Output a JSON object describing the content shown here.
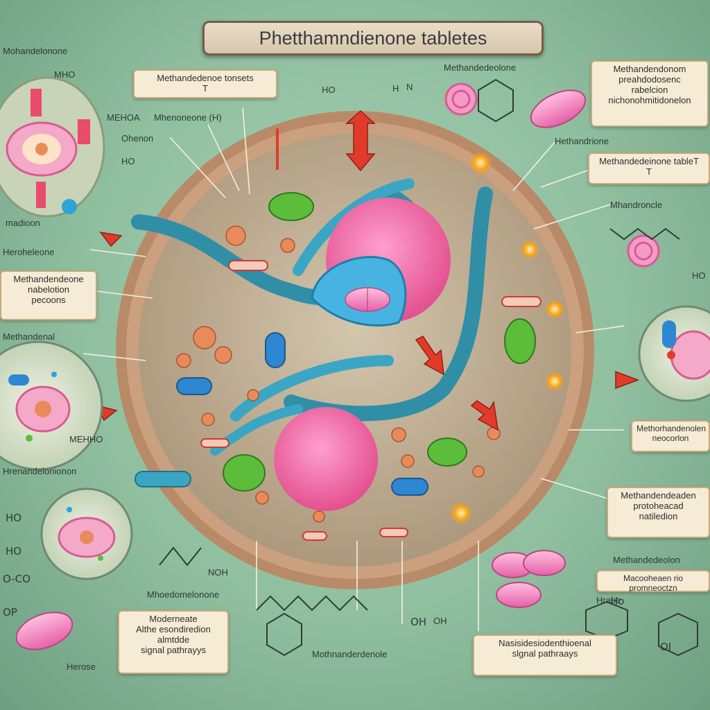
{
  "title": "Phetthamndienone tabletes",
  "boxes": {
    "top_center": [
      "Methandedenoe tonsets",
      "T"
    ],
    "top_right": [
      "Methandendonom",
      "preahdodosenc",
      "rabelcion",
      "nichonohmitidonelon"
    ],
    "right_upper": [
      "Methandedeinone tableT",
      "T"
    ],
    "left_mid": [
      "Methandendeone",
      "nabelotion",
      "pecoons"
    ],
    "right_mid": [
      "Methorhandenolen",
      "neocorlon"
    ],
    "right_lower": [
      "Methandendeaden",
      "protoheacad",
      "natiledion"
    ],
    "right_bottom": [
      "Macooheaen rio promneoctzn"
    ],
    "bottom_left": [
      "Moderneate",
      "Althe esondiredion",
      "almtdde",
      "signal pathrayys"
    ],
    "bottom_right": [
      "Nasisidesiodenthioenal",
      "slgnal pathraays"
    ]
  },
  "labels": {
    "tl_1": "Mohandelonone",
    "tl_2": "MHO",
    "tl_3": "MEHOA",
    "tl_4": "Mhenoneone (H)",
    "tl_5": "Ohenon",
    "tl_6": "HO",
    "tl_7": "madioon",
    "left_1": "Heroheleone",
    "left_2": "Methandenal",
    "left_3": "MEHHO",
    "left_4": "Hrenandelonionon",
    "top_1": "HO",
    "top_2": "H",
    "top_3": "N",
    "top_r1": "Methandedeolone",
    "right_1": "Hethandrione",
    "right_2": "Mhandroncle",
    "right_3": "Methandedeolon",
    "right_4": "HO",
    "bottom_1": "Mhoedomelonone",
    "bottom_2": "Mothnanderdenole",
    "bottom_3": "OH",
    "bottom_4": "NOH",
    "bottom_5": "Hrabe",
    "bottom_6": "Herose",
    "chem_1": "HO",
    "chem_2": "HO",
    "chem_3": "O-CO",
    "chem_4": "OP",
    "chem_5": "Ho",
    "chem_6": "OH",
    "chem_7": "OI"
  },
  "colors": {
    "membrane": "#b98a67",
    "cytoplasm": "#c8b99f",
    "nucleus_pink": "#ef6aa8",
    "er_blue": "#3aa6c4",
    "mito_green": "#5bbd3a",
    "tablet_pink": "#f08ac0",
    "accent_red": "#e23a2a",
    "glow_orange": "#f7a21b"
  },
  "icons": [
    "arrow-icon",
    "tablet-icon",
    "mitochondrion-icon",
    "nucleus-icon",
    "molecule-icon"
  ]
}
